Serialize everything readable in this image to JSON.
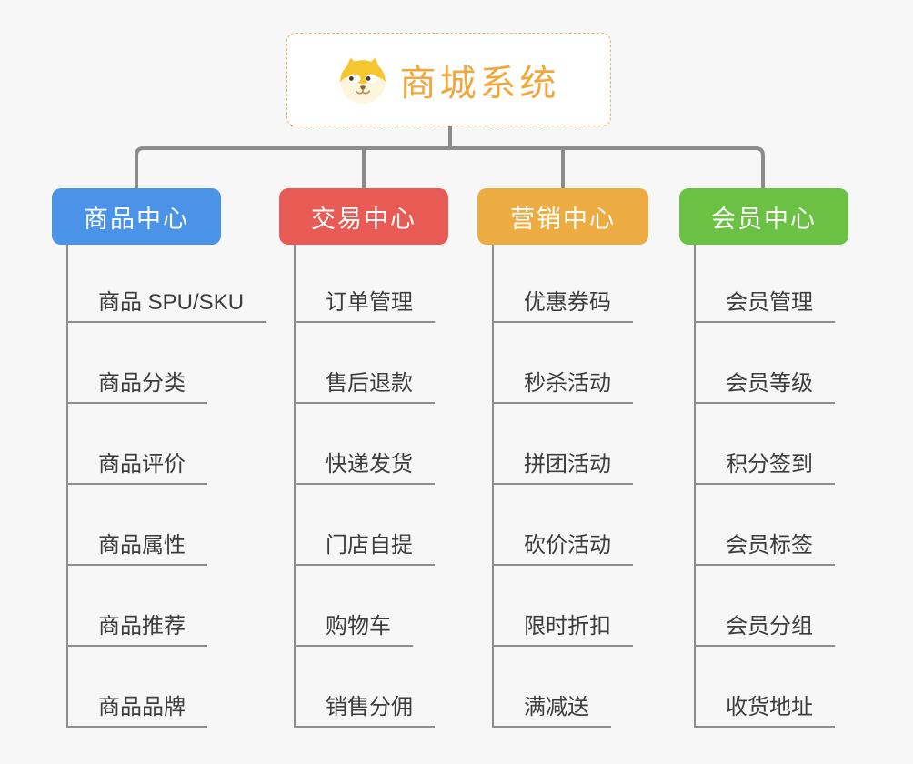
{
  "page": {
    "background_color": "#F7F7F7",
    "connector_color": "#8C8C8C",
    "underline_color": "#8E8E8E"
  },
  "root": {
    "title": "商城系统",
    "title_color": "#F0A73C",
    "border_color": "#E9B459",
    "icon": "shiba-dog-icon"
  },
  "branches": [
    {
      "label": "商品中心",
      "color": "#4B93E8",
      "items": [
        "商品 SPU/SKU",
        "商品分类",
        "商品评价",
        "商品属性",
        "商品推荐",
        "商品品牌"
      ]
    },
    {
      "label": "交易中心",
      "color": "#E85B55",
      "items": [
        "订单管理",
        "售后退款",
        "快递发货",
        "门店自提",
        "购物车",
        "销售分佣"
      ]
    },
    {
      "label": "营销中心",
      "color": "#ECAC41",
      "items": [
        "优惠券码",
        "秒杀活动",
        "拼团活动",
        "砍价活动",
        "限时折扣",
        "满减送"
      ]
    },
    {
      "label": "会员中心",
      "color": "#6BC144",
      "items": [
        "会员管理",
        "会员等级",
        "积分签到",
        "会员标签",
        "会员分组",
        "收货地址"
      ]
    }
  ]
}
